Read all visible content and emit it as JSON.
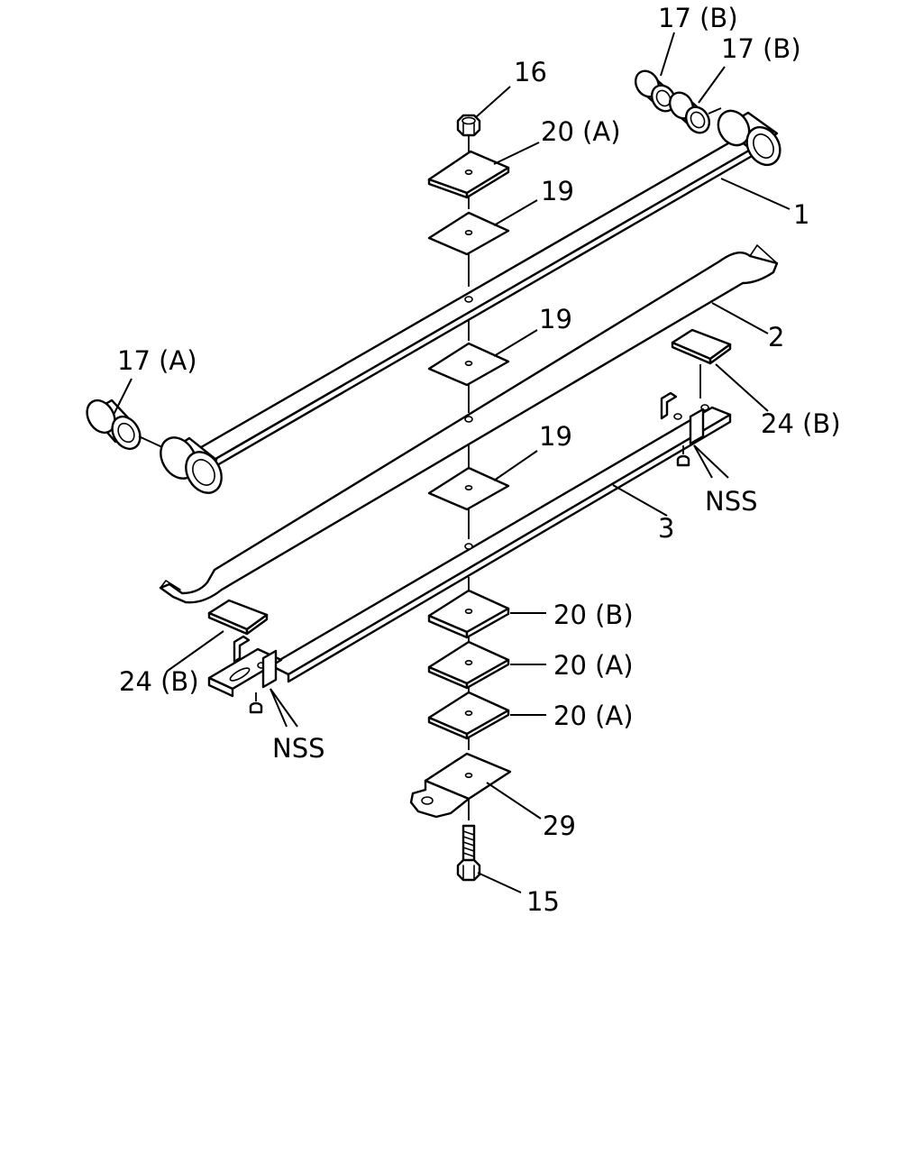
{
  "callouts": {
    "c16": "16",
    "c20a_top": "20 (A)",
    "c19_a": "19",
    "c19_b": "19",
    "c19_c": "19",
    "c17b_1": "17 (B)",
    "c17b_2": "17 (B)",
    "c17a": "17 (A)",
    "c1": "1",
    "c2": "2",
    "c3": "3",
    "c24b_right": "24 (B)",
    "c24b_left": "24 (B)",
    "cnss_right": "NSS",
    "cnss_left": "NSS",
    "c20b": "20 (B)",
    "c20a_mid": "20 (A)",
    "c20a_low": "20 (A)",
    "c29": "29",
    "c15": "15"
  }
}
